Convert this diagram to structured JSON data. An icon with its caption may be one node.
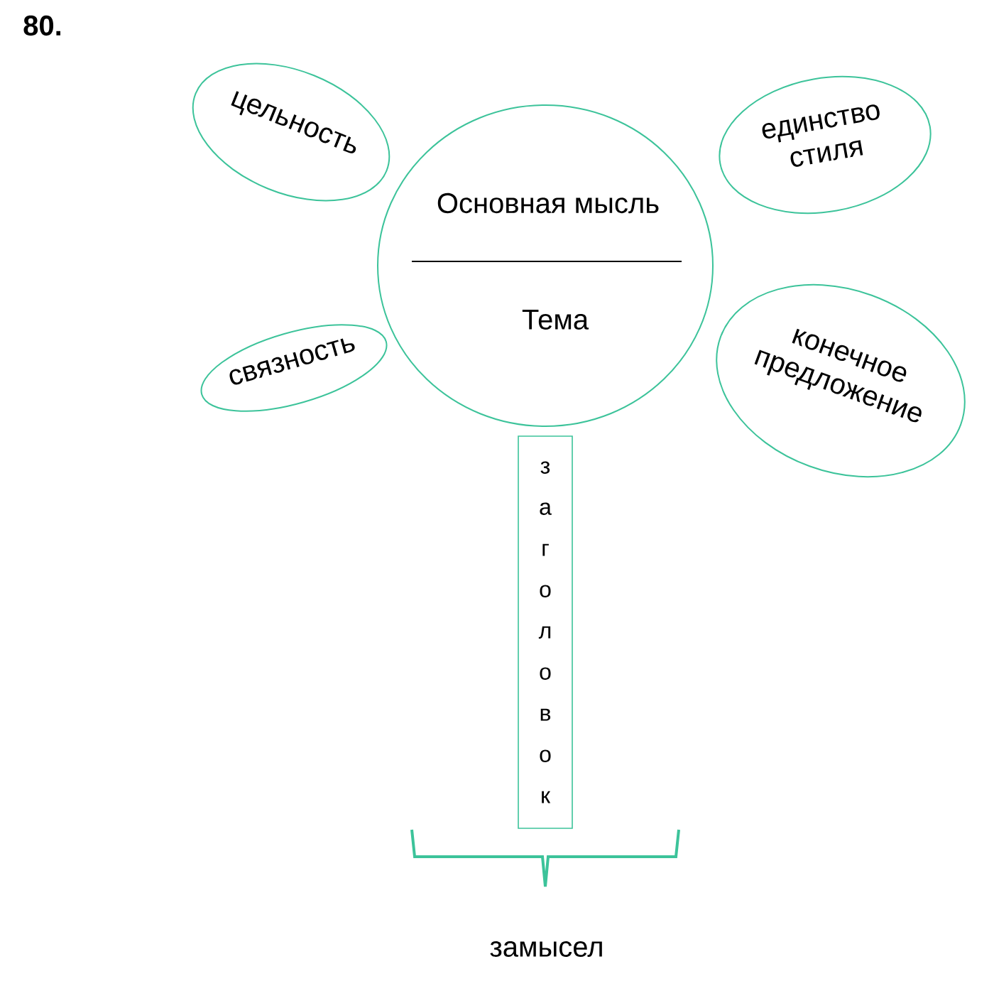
{
  "diagram": {
    "nodes": [
      {
        "text": [
          "Основная мысль",
          "Тема"
        ]
      },
      {
        "text": [
          "цельность"
        ]
      },
      {
        "text": [
          "единство стиля"
        ]
      },
      {
        "text": [
          "связность"
        ]
      },
      {
        "text": [
          "конечное предложение"
        ]
      },
      {
        "text": [
          "заголовок"
        ]
      }
    ],
    "labels": [
      "80.",
      "замысел"
    ]
  }
}
